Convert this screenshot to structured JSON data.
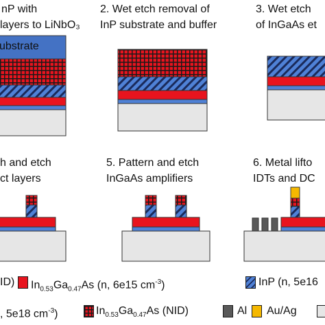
{
  "steps": [
    {
      "line1": "nP with",
      "line2": "layers to LiNbO₃"
    },
    {
      "line1": "2. Wet etch removal of",
      "line2": "InP substrate and buffer"
    },
    {
      "line1": "3. Wet etch",
      "line2": "of InGaAs et"
    },
    {
      "line1": "h and etch",
      "line2": "ct layers"
    },
    {
      "line1": "5. Pattern and etch",
      "line2": "InGaAs amplifiers"
    },
    {
      "line1": "6. Metal lifto",
      "line2": "IDTs and DC"
    }
  ],
  "substrate_label": "ubstrate",
  "legend": {
    "row1": {
      "nid_tail": "ID)",
      "ingaas_n": {
        "in": "In",
        "in_sub": "0.53",
        "ga": "Ga",
        "ga_sub": "0.47",
        "tail": "As (n, 6e15 cm",
        "exp": "-3",
        "close": ")"
      },
      "inp": "InP (n, 5e16"
    },
    "row2": {
      "n_tail": ", 5e18 cm",
      "n_exp": "-3",
      "n_close": ")",
      "ingaas_nid": {
        "in": "In",
        "in_sub": "0.53",
        "ga": "Ga",
        "ga_sub": "0.47",
        "tail": "As (NID)"
      },
      "al": "Al",
      "auag": "Au/Ag"
    }
  },
  "colors": {
    "inp_substrate": "#4472c4",
    "red_layer": "#e8141e",
    "blue_layer": "#4f81d6",
    "linbo3": "#e6e6e6",
    "al": "#595959",
    "auag": "#f5b800"
  }
}
